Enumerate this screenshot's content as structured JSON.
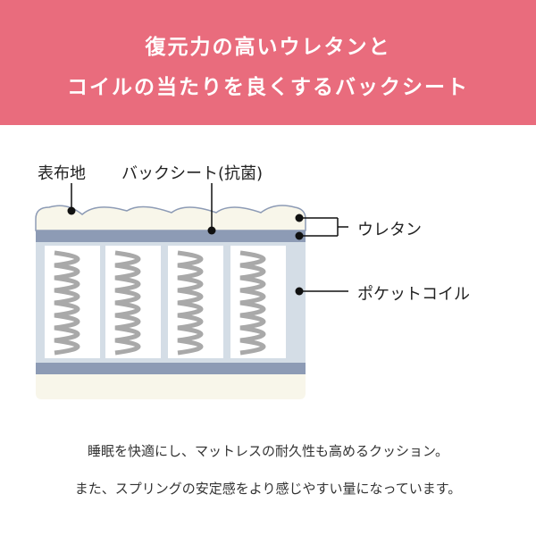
{
  "header": {
    "line1": "復元力の高いウレタンと",
    "line2": "コイルの当たりを良くするバックシート",
    "bg_color": "#e96c7d"
  },
  "labels": {
    "fabric": "表布地",
    "backsheet": "バックシート(抗菌)",
    "urethane": "ウレタン",
    "pocket_coil": "ポケットコイル"
  },
  "description": {
    "line1": "睡眠を快適にし、マットレスの耐久性も高めるクッション。",
    "line2": "また、スプリングの安定感をより感じやすい量になっています。"
  }
}
